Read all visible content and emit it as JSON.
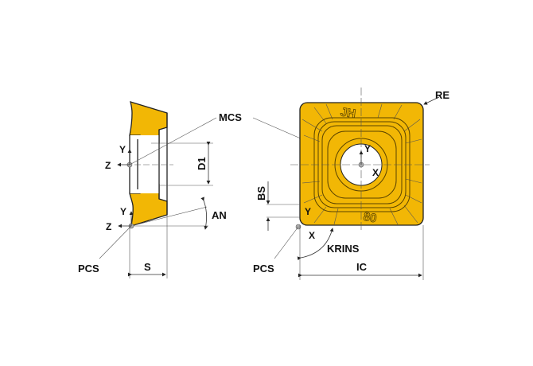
{
  "diagram": {
    "labels": {
      "mcs": "MCS",
      "pcs_left": "PCS",
      "pcs_right": "PCS",
      "re": "RE",
      "d1": "D1",
      "an": "AN",
      "s": "S",
      "bs": "BS",
      "krins": "KRINS",
      "ic": "IC"
    },
    "axes": {
      "y_mcs_side": "Y",
      "z_mcs_side": "Z",
      "y_pcs_side": "Y",
      "z_pcs_side": "Z",
      "y_mcs_top": "Y",
      "x_mcs_top": "X",
      "y_pcs_top": "Y",
      "x_pcs_top": "X"
    },
    "embossing": {
      "brand": "JH",
      "angle": "80"
    },
    "colors": {
      "insert": "#F2B705",
      "outline": "#222222"
    }
  }
}
